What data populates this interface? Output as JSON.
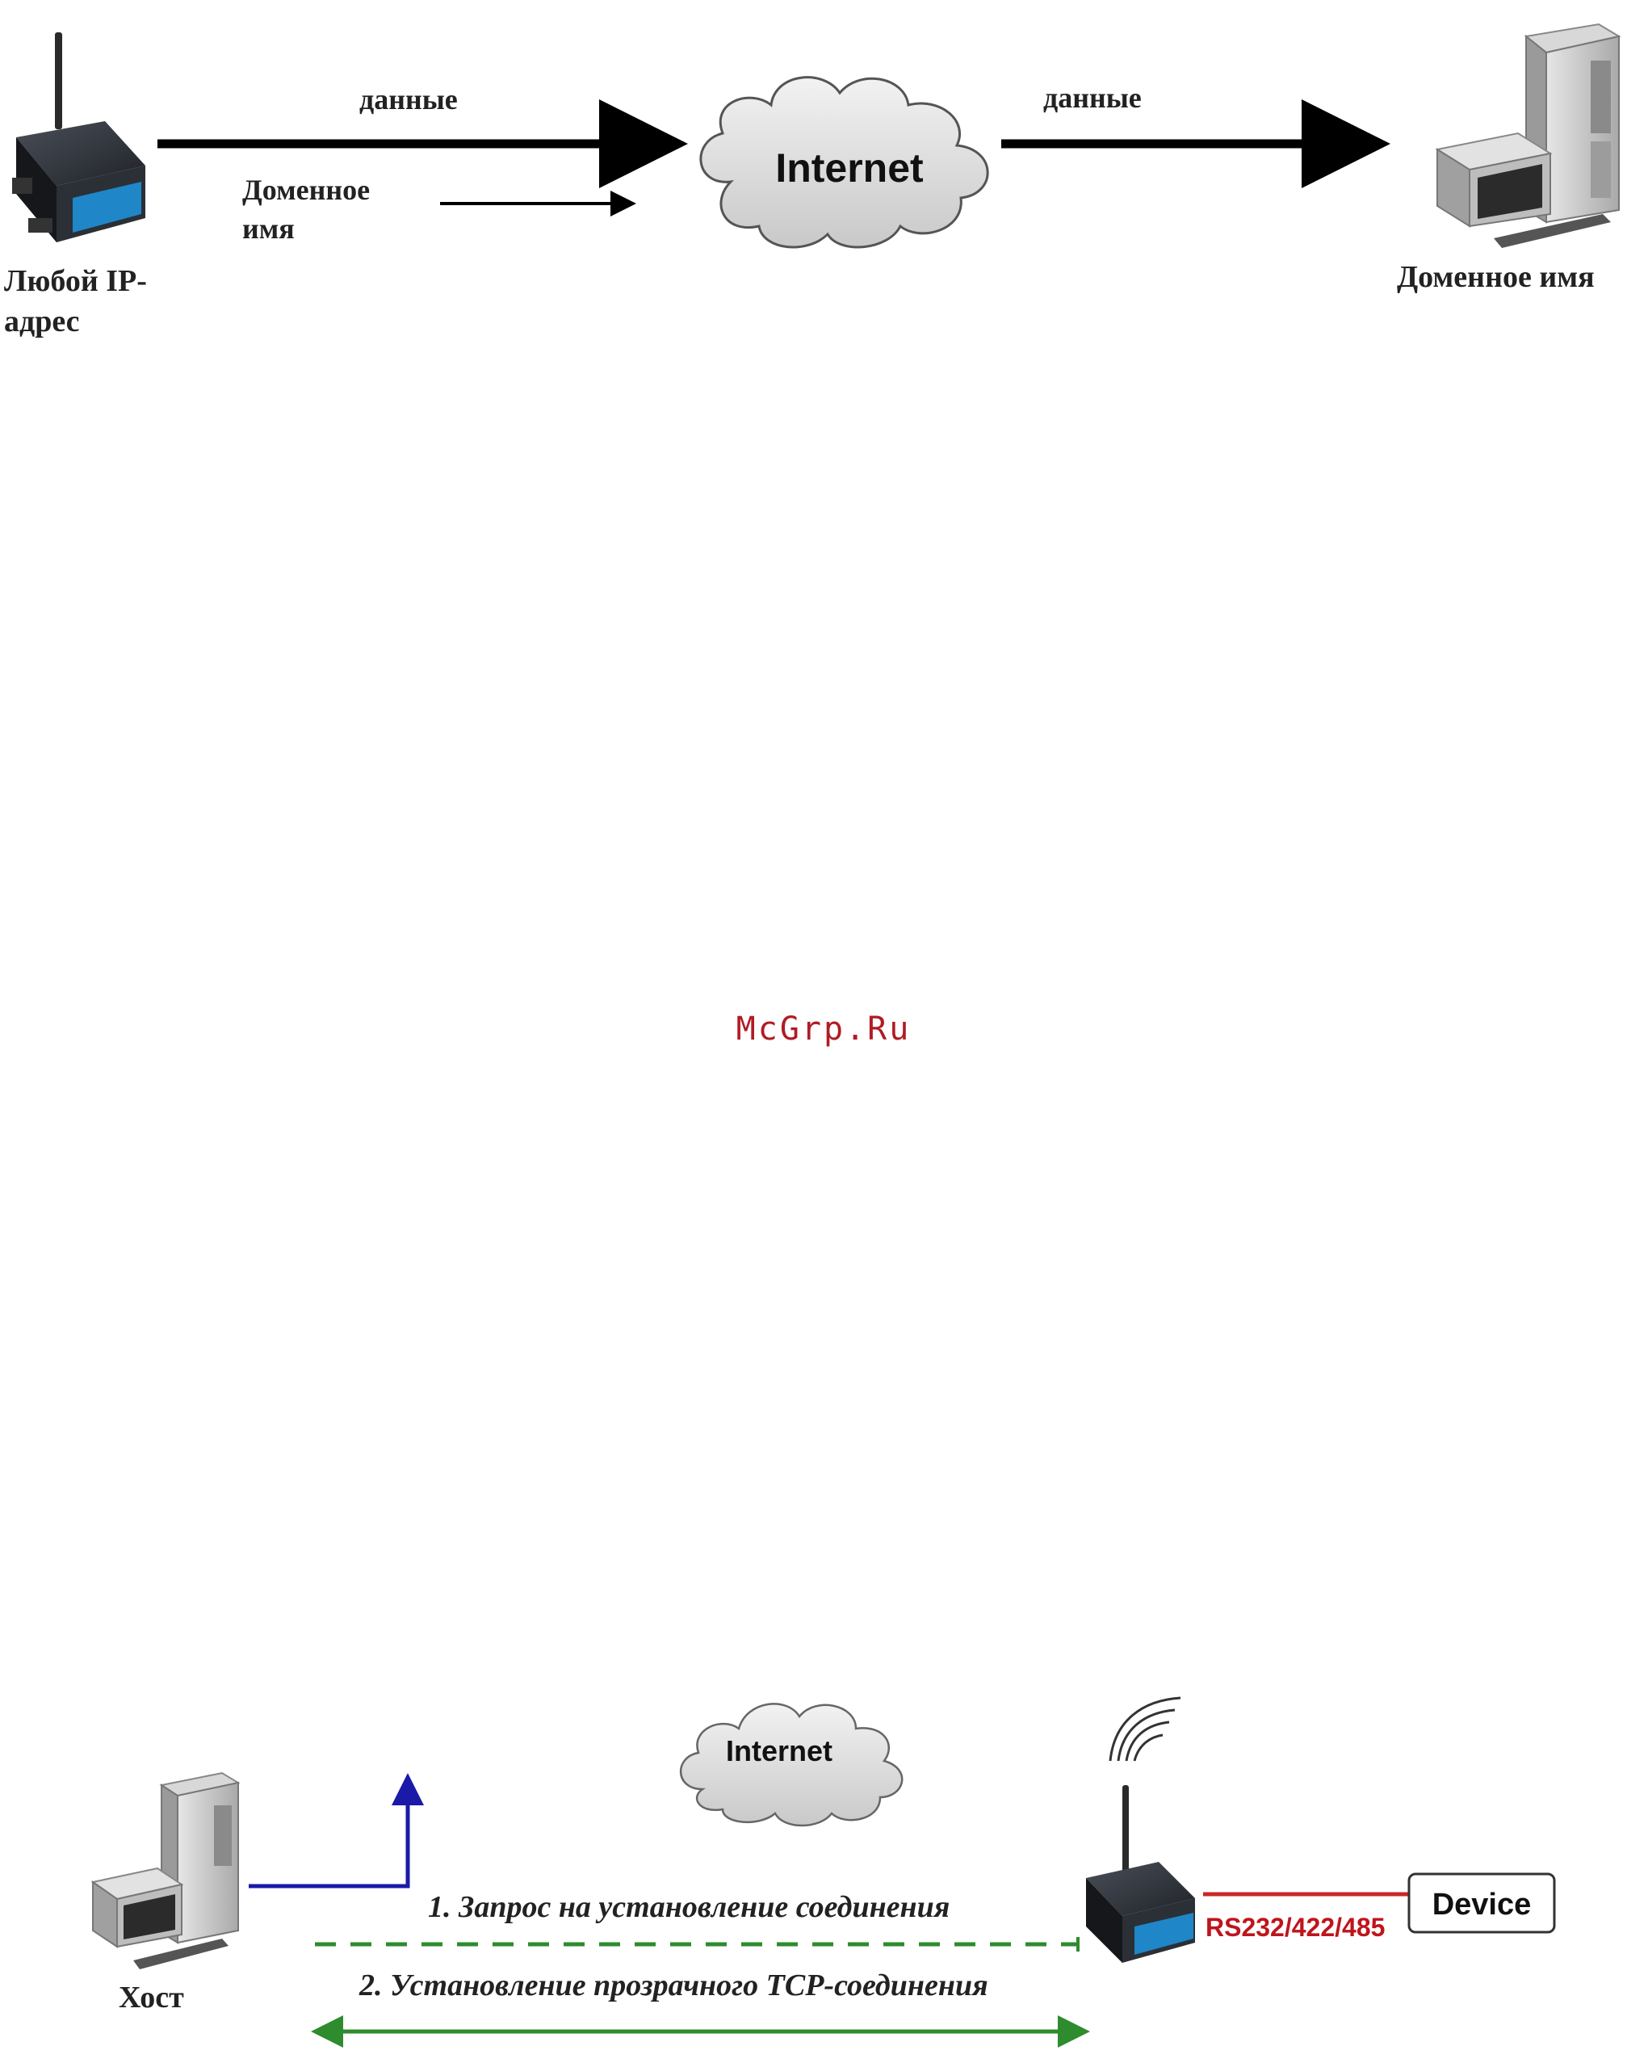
{
  "diagram1": {
    "arrow_top_left_label": "данные",
    "arrow_bottom_left_label_line1": "Доменное",
    "arrow_bottom_left_label_line2": "имя",
    "cloud_label": "Internet",
    "arrow_right_label": "данные",
    "device_label_line1": "Любой IP-",
    "device_label_line2": "адрес",
    "server_label": "Доменное имя"
  },
  "watermark": {
    "text": "McGrp.Ru",
    "color": "#b01c24"
  },
  "diagram2": {
    "cloud_label": "Internet",
    "host_label": "Хост",
    "step1_label": "1. Запрос на установление соединения",
    "step2_label": "2. Установление прозрачного TCP-соединения",
    "serial_label": "RS232/422/485",
    "device_box_label": "Device",
    "colors": {
      "uplink": "#1a1aa8",
      "request": "#2e8b2e",
      "tcp": "#2e8b2e",
      "serial_line": "#c82828",
      "serial_text": "#c0141c"
    }
  }
}
